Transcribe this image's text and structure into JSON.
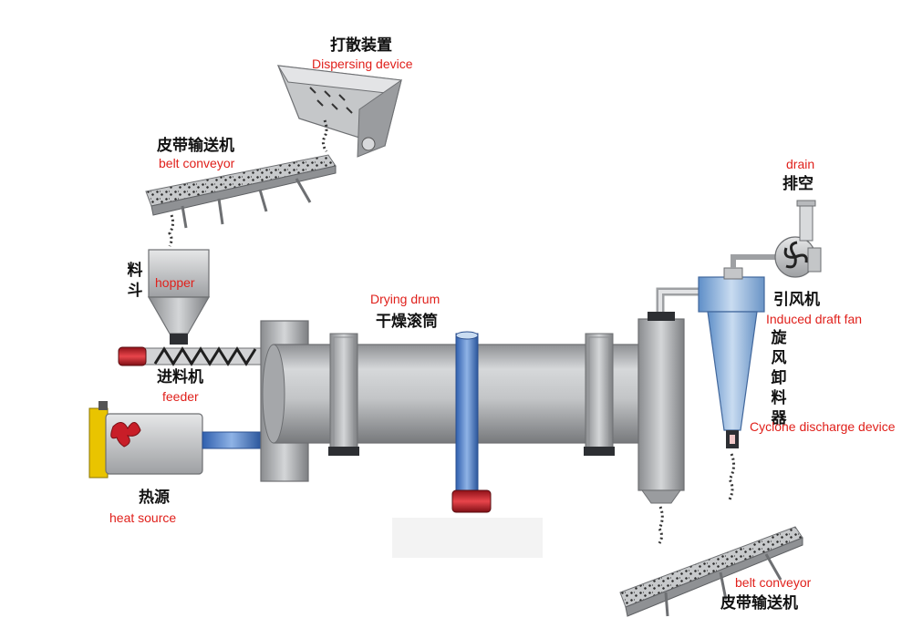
{
  "labels": {
    "dispersing_zh": "打散装置",
    "dispersing_en": "Dispersing device",
    "belt_top_zh": "皮带输送机",
    "belt_top_en": "belt conveyor",
    "hopper_zh": "料斗",
    "hopper_en": "hopper",
    "feeder_zh": "进料机",
    "feeder_en": "feeder",
    "heat_zh": "热源",
    "heat_en": "heat source",
    "drum_en": "Drying drum",
    "drum_zh": "干燥滚筒",
    "drain_en": "drain",
    "drain_zh": "排空",
    "fan_zh": "引风机",
    "fan_en": "Induced draft fan",
    "cyclone_zh": "旋风卸料器",
    "cyclone_en": "Cyclone discharge device",
    "belt_bottom_en": "belt conveyor",
    "belt_bottom_zh": "皮带输送机"
  },
  "colors": {
    "drum": "#b9bbbd",
    "steel": "#a9abae",
    "cyclone": "#8fb2d8",
    "pipe": "#5d86c8",
    "motor": "#c8242b",
    "label_red": "#e0201b",
    "flame": "#c81e28",
    "frame_yellow": "#e9c400"
  }
}
